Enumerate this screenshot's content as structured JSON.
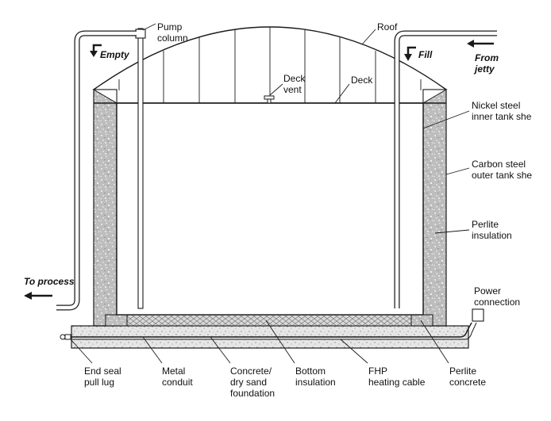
{
  "labels": {
    "pump_column": "Pump\ncolumn",
    "roof": "Roof",
    "empty": "Empty",
    "fill": "Fill",
    "from_jetty": "From\njetty",
    "deck_vent": "Deck\nvent",
    "deck": "Deck",
    "nickel_steel": "Nickel steel\ninner tank she",
    "carbon_steel": "Carbon steel\nouter tank she",
    "perlite_insulation": "Perlite\ninsulation",
    "to_process": "To process",
    "power_connection": "Power\nconnection",
    "end_seal": "End seal\npull lug",
    "metal_conduit": "Metal\nconduit",
    "concrete_foundation": "Concrete/\ndry sand\nfoundation",
    "bottom_insulation": "Bottom\ninsulation",
    "fhp_cable": "FHP\nheating cable",
    "perlite_concrete": "Perlite\nconcrete"
  },
  "colors": {
    "line": "#1a1a1a",
    "insulation_fill": "#bdbdbd",
    "speckle": "#ffffff",
    "foundation_fill": "#e6e6e6"
  }
}
